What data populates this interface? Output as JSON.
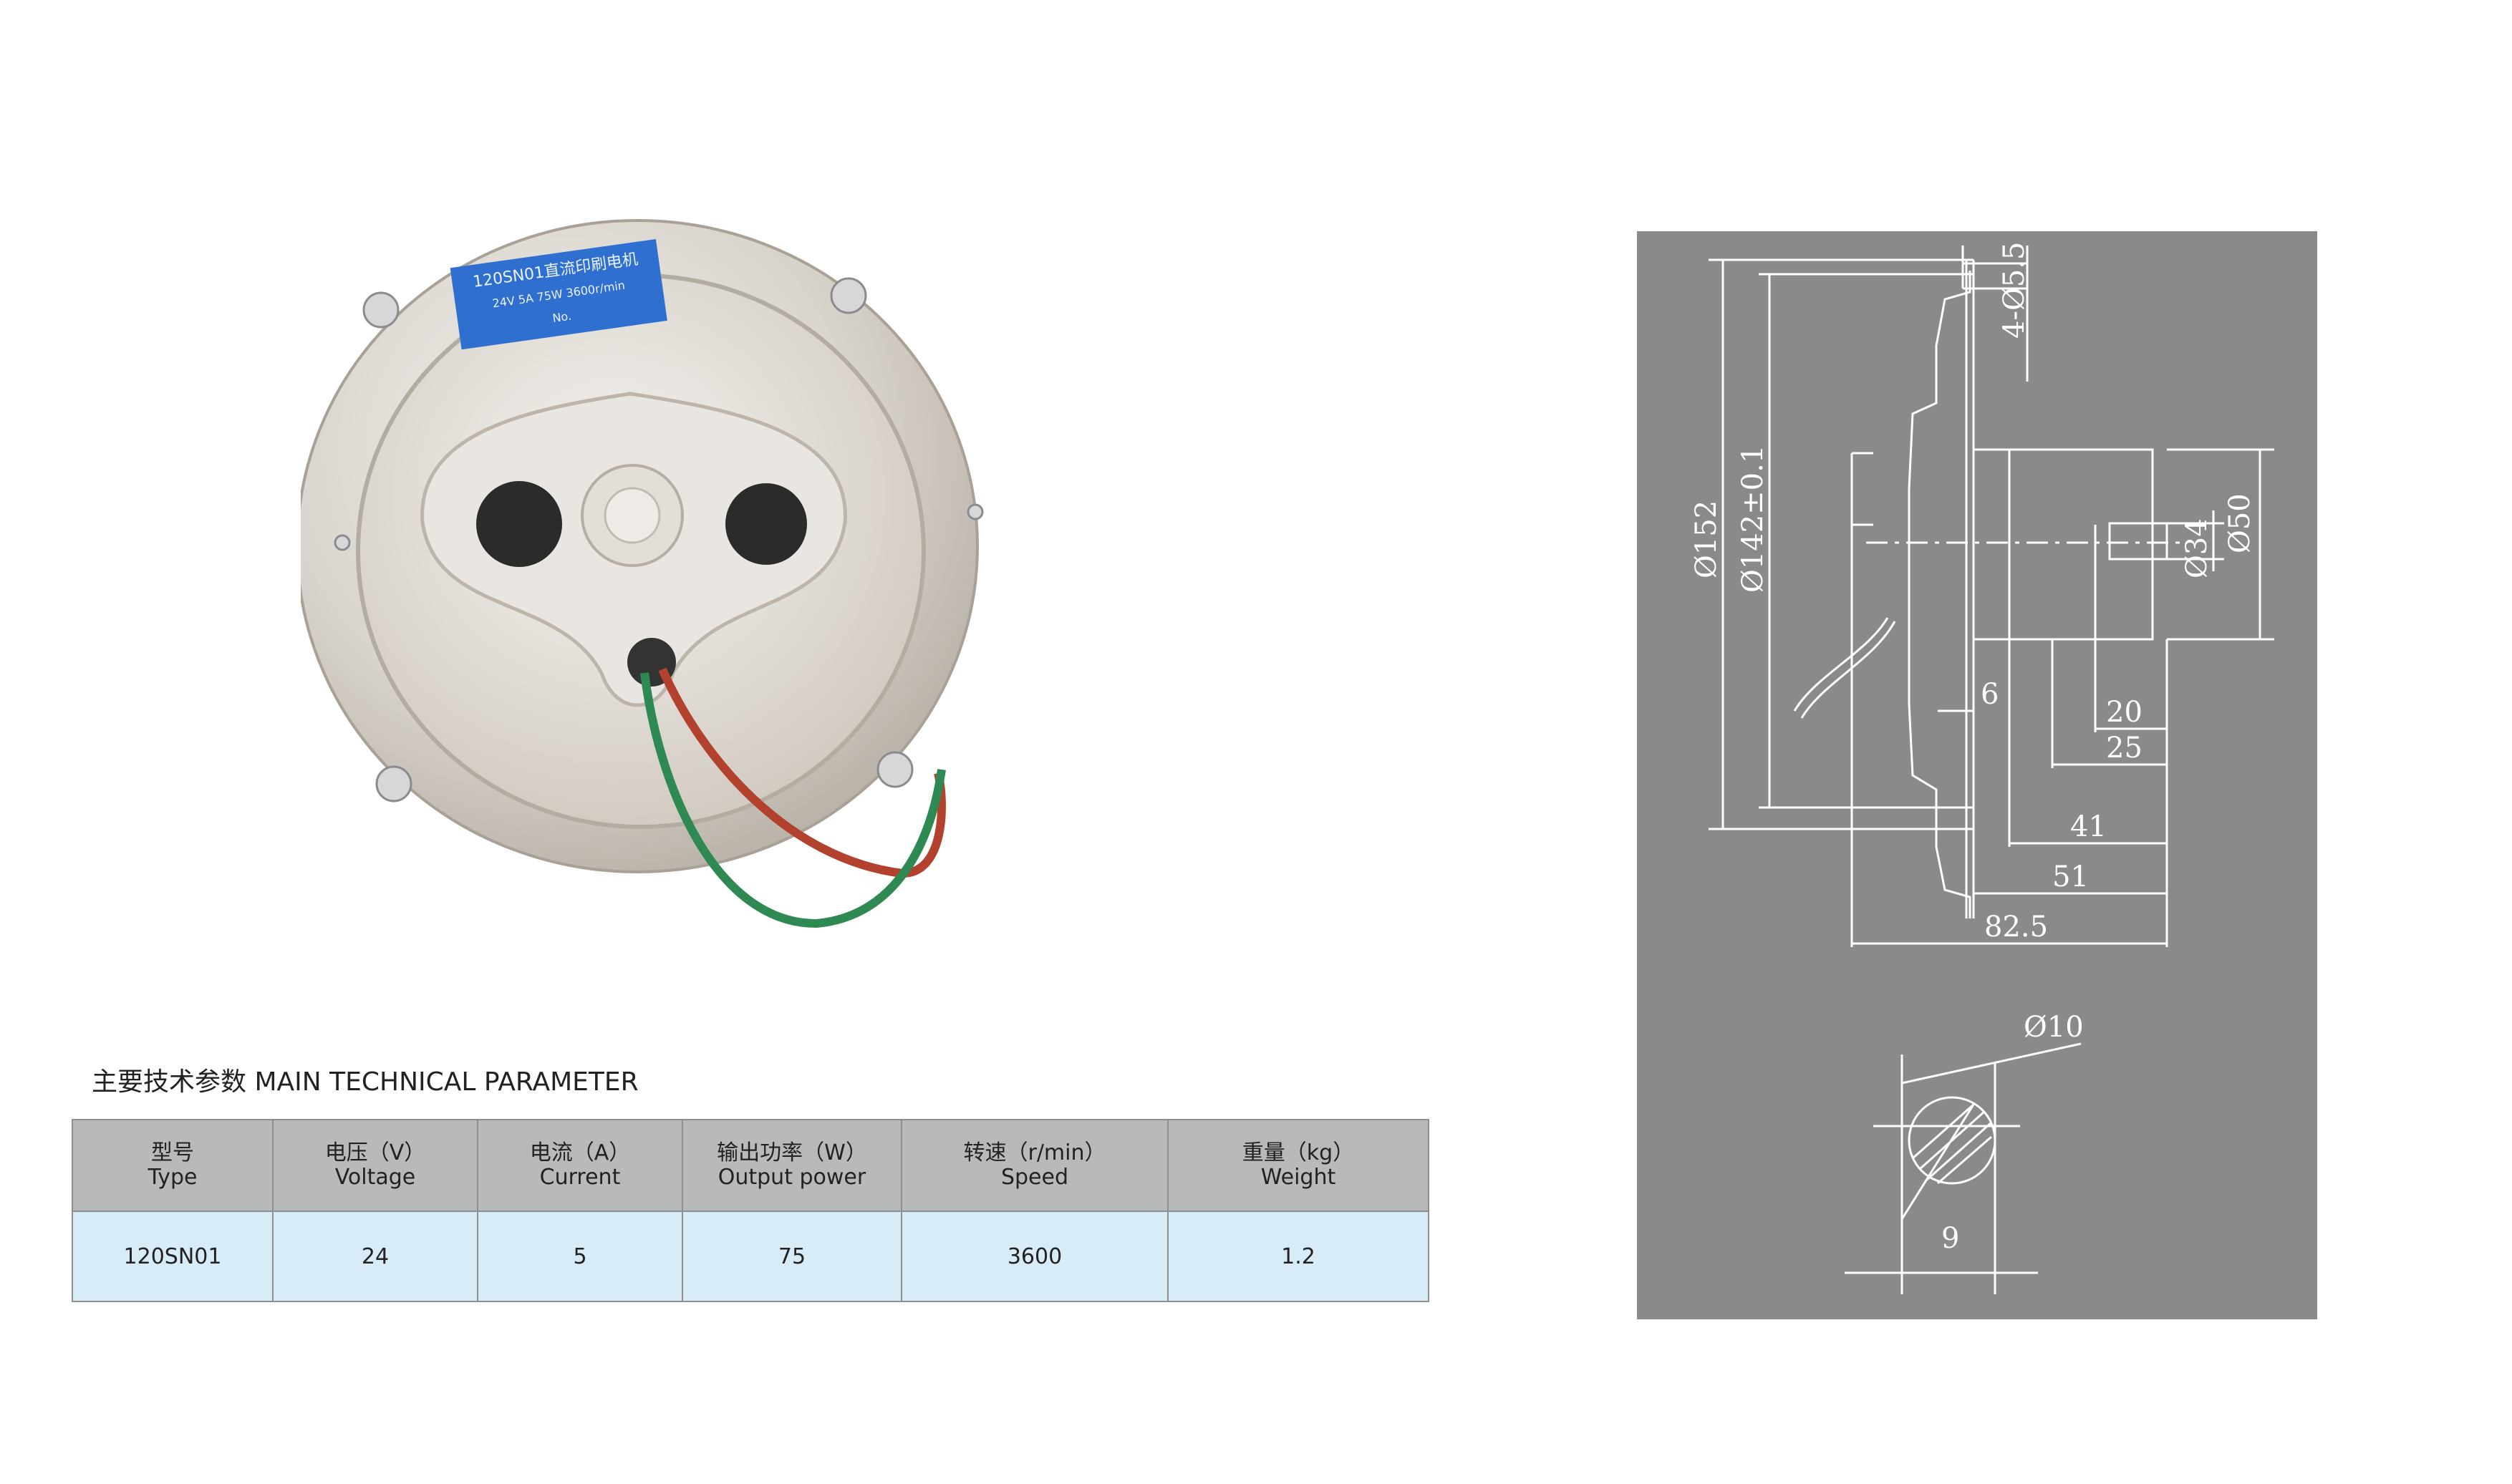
{
  "product_label": {
    "line1": "120SN01直流印刷电机",
    "line2": "24V 5A 75W 3600r/min",
    "line3": "No."
  },
  "section_title": "主要技术参数 MAIN TECHNICAL PARAMETER",
  "table": {
    "headers": [
      {
        "cn": "型号",
        "en": "Type"
      },
      {
        "cn": "电压（V）",
        "en": "Voltage"
      },
      {
        "cn": "电流（A）",
        "en": "Current"
      },
      {
        "cn": "输出功率（W）",
        "en": "Output power"
      },
      {
        "cn": "转速（r/min）",
        "en": "Speed"
      },
      {
        "cn": "重量（kg）",
        "en": "Weight"
      }
    ],
    "row": [
      "120SN01",
      "24",
      "5",
      "75",
      "3600",
      "1.2"
    ]
  },
  "drawing": {
    "dims": {
      "holes": "4-Ø5.5",
      "d152": "Ø152",
      "d142": "Ø142±0.1",
      "d34": "Ø34",
      "d50": "Ø50",
      "l6": "6",
      "l20": "20",
      "l25": "25",
      "l41": "41",
      "l51": "51",
      "l82": "82.5",
      "d10": "Ø10",
      "l9": "9"
    }
  },
  "colors": {
    "header_bg": "#b8b9bb",
    "row_bg": "#d8ecf8",
    "panel_bg": "#8a8a8a",
    "label_blue": "#2f6fd0",
    "wire_red": "#b2412e",
    "wire_green": "#2e8a52"
  }
}
